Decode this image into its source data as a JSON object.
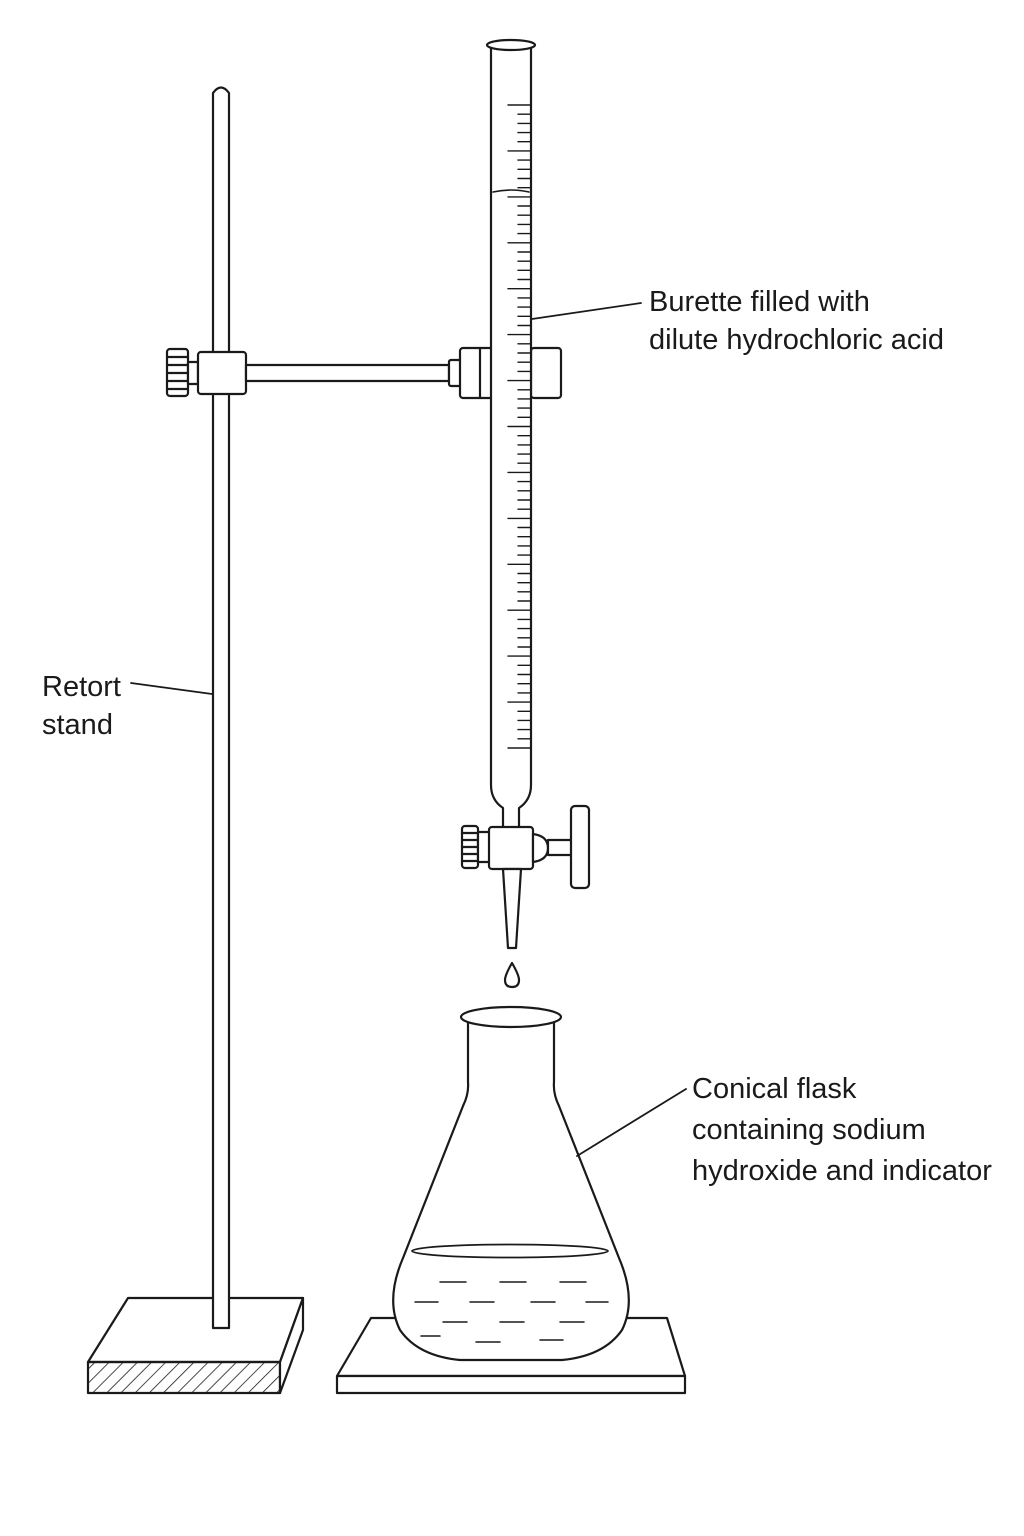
{
  "labels": {
    "retort_stand": [
      "Retort",
      "stand"
    ],
    "burette": [
      "Burette filled with",
      "dilute hydrochloric acid"
    ],
    "flask": [
      "Conical flask",
      "containing sodium",
      "hydroxide and indicator"
    ]
  },
  "colors": {
    "stroke": "#1a1a1a",
    "background": "#ffffff"
  }
}
